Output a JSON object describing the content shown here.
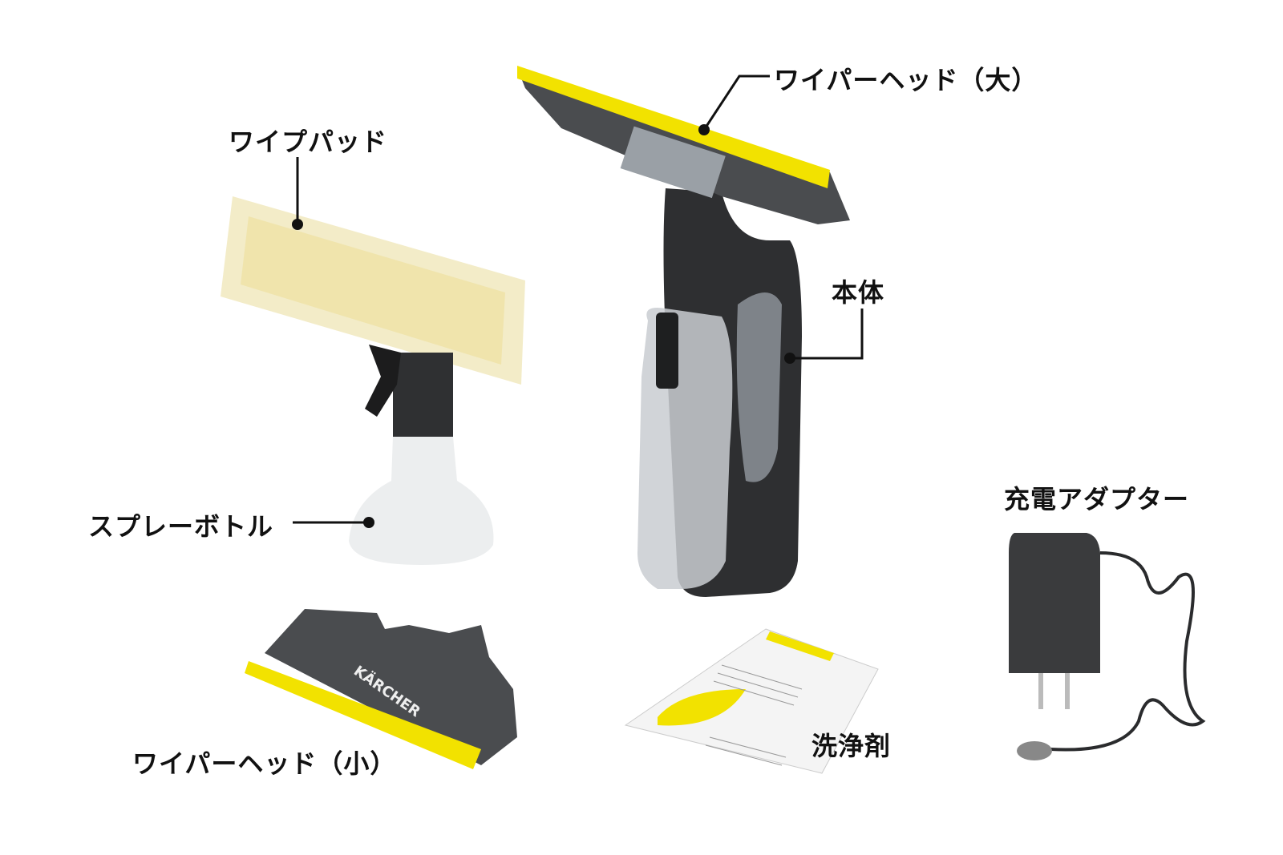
{
  "labels": {
    "wiper_head_large": "ワイパーヘッド（大）",
    "wipe_pad": "ワイプパッド",
    "main_unit": "本体",
    "spray_bottle": "スプレーボトル",
    "charger": "充電アダプター",
    "detergent": "洗浄剤",
    "wiper_head_small": "ワイパーヘッド（小）"
  },
  "brand_text": "KÄRCHER",
  "colors": {
    "accent_yellow": "#f2e200",
    "body_dark": "#3a3b3d",
    "leader_line": "#111111"
  }
}
